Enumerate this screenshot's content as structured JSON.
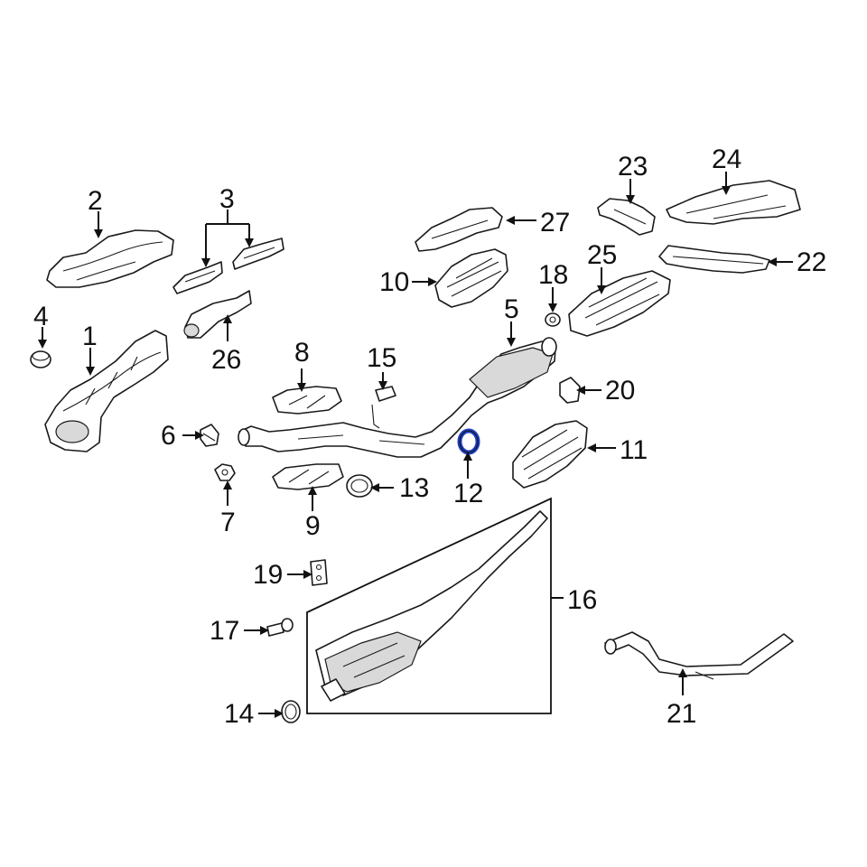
{
  "diagram": {
    "highlight_color": "#1f3fbf",
    "callouts": [
      "1",
      "2",
      "3",
      "4",
      "5",
      "6",
      "7",
      "8",
      "9",
      "10",
      "11",
      "12",
      "13",
      "14",
      "15",
      "16",
      "17",
      "18",
      "19",
      "20",
      "21",
      "22",
      "23",
      "24",
      "25",
      "26",
      "27"
    ]
  }
}
